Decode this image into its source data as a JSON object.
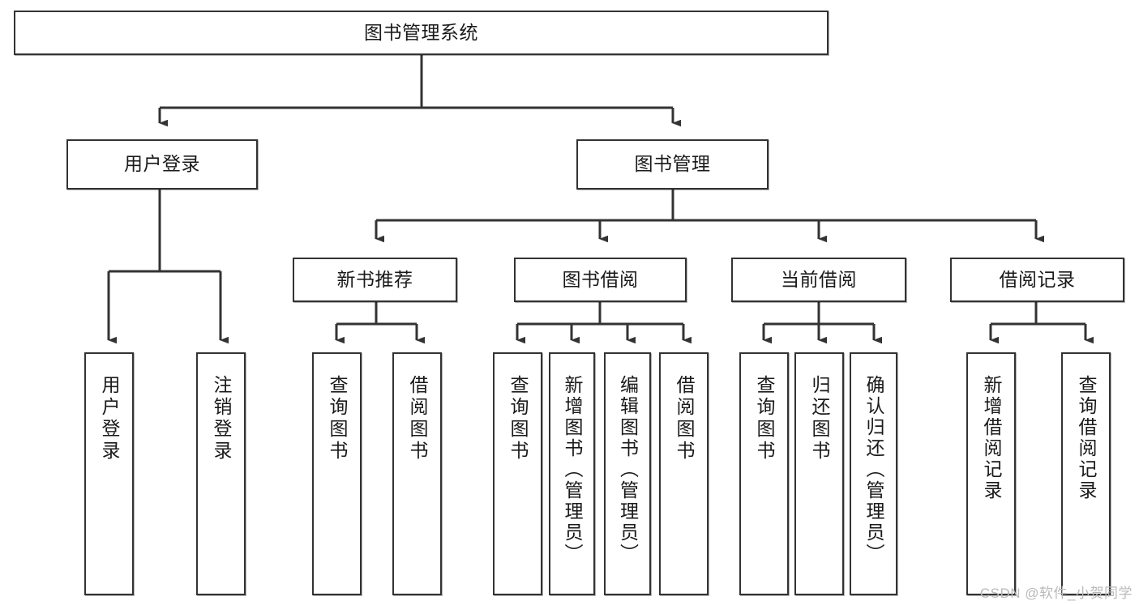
{
  "diagram": {
    "type": "tree-hierarchy",
    "title": "图书管理系统",
    "watermark": "CSDN @软件_小贺同学",
    "colors": {
      "stroke": "#333333",
      "text": "#1a1a1a",
      "background": "#ffffff",
      "watermark": "#b9b9b9"
    },
    "root": {
      "label": "图书管理系统"
    },
    "level2": [
      {
        "label": "用户登录"
      },
      {
        "label": "图书管理"
      }
    ],
    "level3": [
      {
        "label": "新书推荐"
      },
      {
        "label": "图书借阅"
      },
      {
        "label": "当前借阅"
      },
      {
        "label": "借阅记录"
      }
    ],
    "leaves": {
      "user_login": [
        {
          "label": "用户登录"
        },
        {
          "label": "注销登录"
        }
      ],
      "new_book": [
        {
          "label": "查询图书"
        },
        {
          "label": "借阅图书"
        }
      ],
      "book_borrow": [
        {
          "label": "查询图书"
        },
        {
          "label": "新增图书（管理员）"
        },
        {
          "label": "编辑图书（管理员）"
        },
        {
          "label": "借阅图书"
        }
      ],
      "current_borrow": [
        {
          "label": "查询图书"
        },
        {
          "label": "归还图书"
        },
        {
          "label": "确认归还（管理员）"
        }
      ],
      "borrow_record": [
        {
          "label": "新增借阅记录"
        },
        {
          "label": "查询借阅记录"
        }
      ]
    }
  }
}
